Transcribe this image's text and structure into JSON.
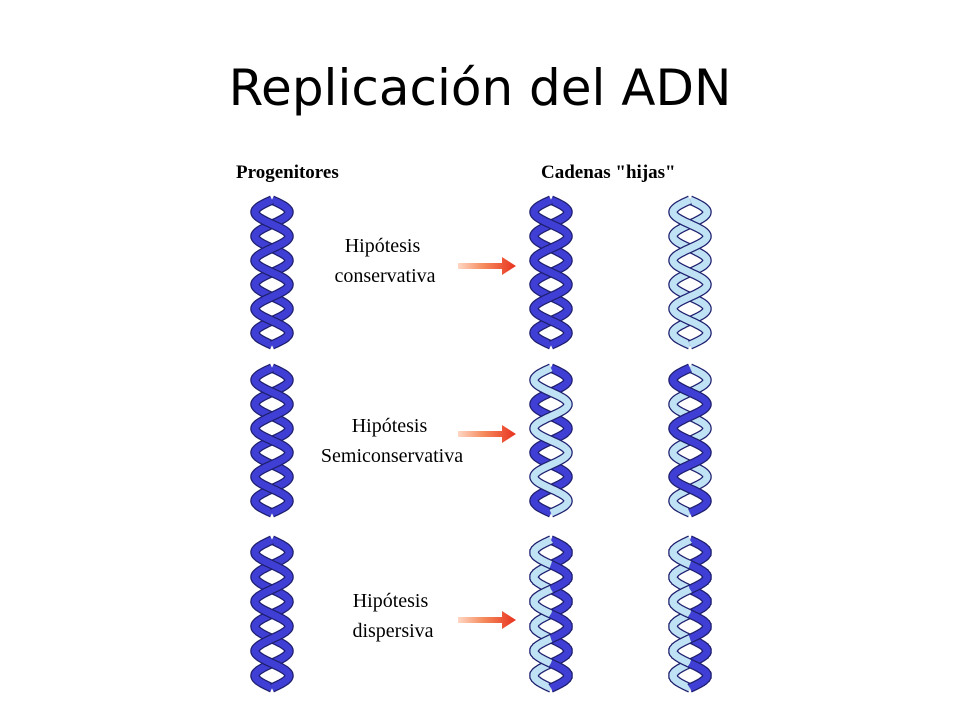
{
  "slide": {
    "title": "Replicación del ADN"
  },
  "diagram": {
    "column_headers": {
      "parents": "Progenitores",
      "daughters": "Cadenas \"hijas\""
    },
    "colors": {
      "parental_strand": "#3f3fd6",
      "new_strand": "#bfe3f5",
      "arrow": "#ef3f2a"
    },
    "rows": [
      {
        "label_lines": [
          "Hipótesis",
          "conservativa"
        ],
        "daughter_1": "parental-parental",
        "daughter_2": "new-new"
      },
      {
        "label_lines": [
          "Hipótesis",
          "Semiconservativa"
        ],
        "daughter_1": "parental-new",
        "daughter_2": "new-parental"
      },
      {
        "label_lines": [
          "Hipótesis",
          "dispersiva"
        ],
        "daughter_1": "mixed",
        "daughter_2": "mixed"
      }
    ]
  }
}
